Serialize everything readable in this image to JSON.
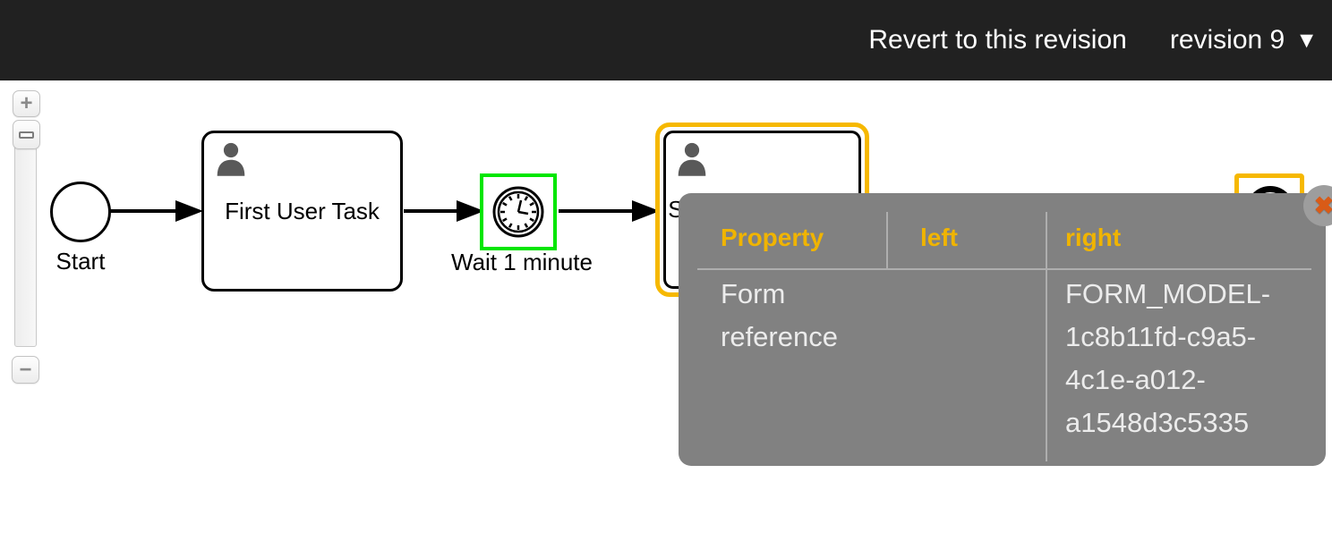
{
  "header": {
    "revert_label": "Revert to this revision",
    "revision_label": "revision 9",
    "dropdown_caret": "▼",
    "bar_color": "#212121"
  },
  "zoom_control": {
    "zoom_in_label": "+",
    "zoom_out_label": "−"
  },
  "diagram": {
    "start_event": {
      "label": "Start"
    },
    "first_user_task": {
      "label": "First User Task"
    },
    "timer_event": {
      "label": "Wait 1 minute",
      "highlight_color": "#00e600"
    },
    "second_user_task": {
      "label": "Second User Task",
      "highlight_color": "#f6b800"
    },
    "end_event": {
      "highlight_color": "#f6b800"
    }
  },
  "popup": {
    "background_color": "#818181",
    "header_color": "#f0b400",
    "columns": [
      "Property",
      "left",
      "right"
    ],
    "rows": [
      {
        "property": "Form reference",
        "left": "",
        "right": "FORM_MODEL-1c8b11fd-c9a5-4c1e-a012-a1548d3c5335"
      }
    ],
    "close_icon": "✖",
    "close_icon_color": "#d95b17"
  }
}
